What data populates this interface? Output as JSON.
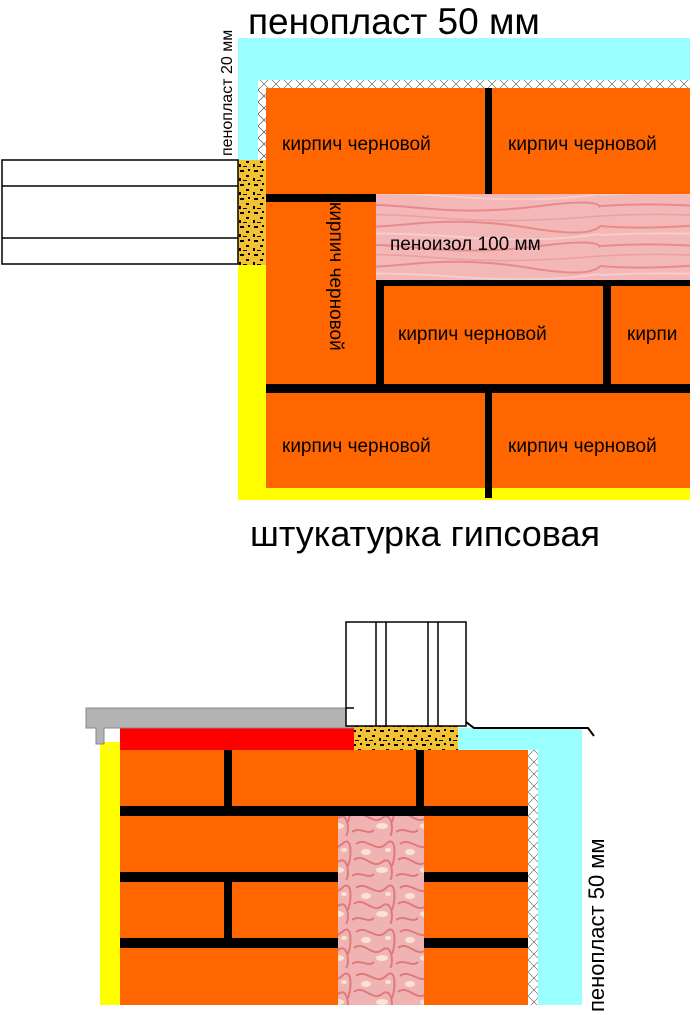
{
  "top_section": {
    "title": "пенопласт 50 мм",
    "side_label": "пенопласт 20 мм",
    "brick_label": "кирпич черновой",
    "brick_label_partial": "кирпи",
    "insulation_label": "пеноизол 100 мм",
    "bottom_label": "штукатурка гипсовая"
  },
  "bottom_section": {
    "side_label": "пенопласт 50 мм"
  },
  "colors": {
    "brick": "#ff6600",
    "mortar": "#000000",
    "foam": "#99ffff",
    "plaster": "#ffff00",
    "sill_red": "#ff0000",
    "drip_gray": "#b3b3b3",
    "penoizol": "#f3b7b7",
    "sealant": "#f2c233"
  }
}
